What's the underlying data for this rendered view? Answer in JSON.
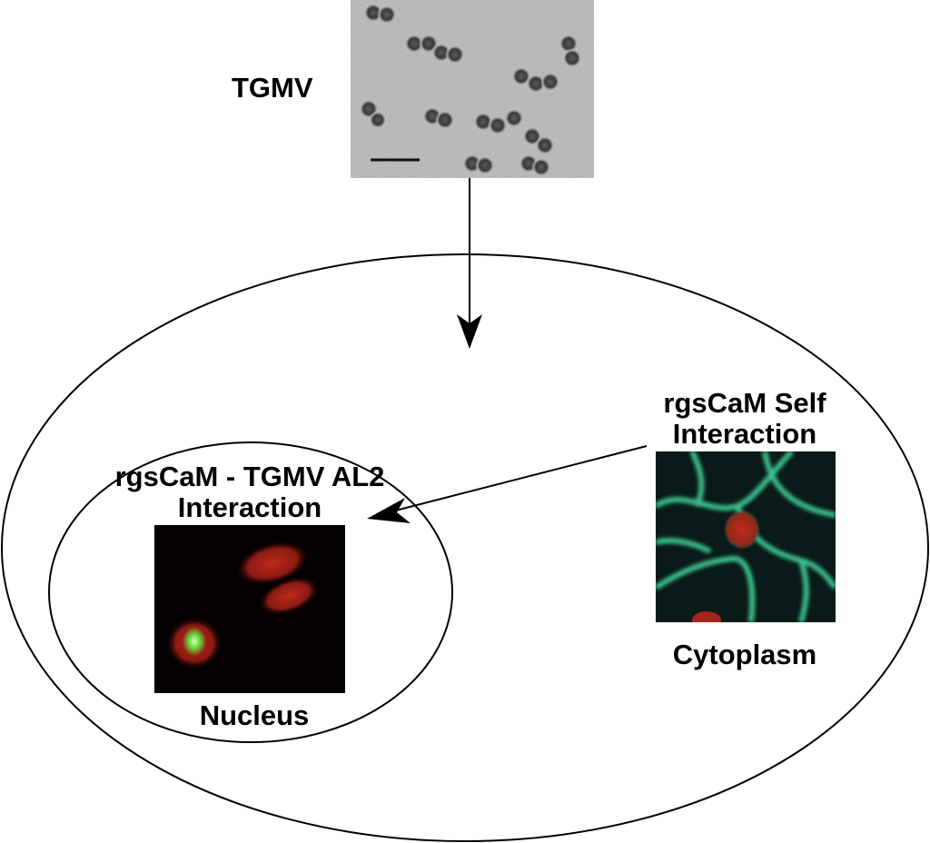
{
  "labels": {
    "virus": "TGMV",
    "nucleus_interaction_line1": "rgsCaM - TGMV AL2",
    "nucleus_interaction_line2": "Interaction",
    "nucleus": "Nucleus",
    "cytoplasm_interaction_line1": "rgsCaM Self",
    "cytoplasm_interaction_line2": "Interaction",
    "cytoplasm": "Cytoplasm"
  },
  "colors": {
    "fluor_green": "#3fd49a",
    "fluor_red": "#c0281c",
    "micrograph_gray": "#b8b8b8"
  }
}
